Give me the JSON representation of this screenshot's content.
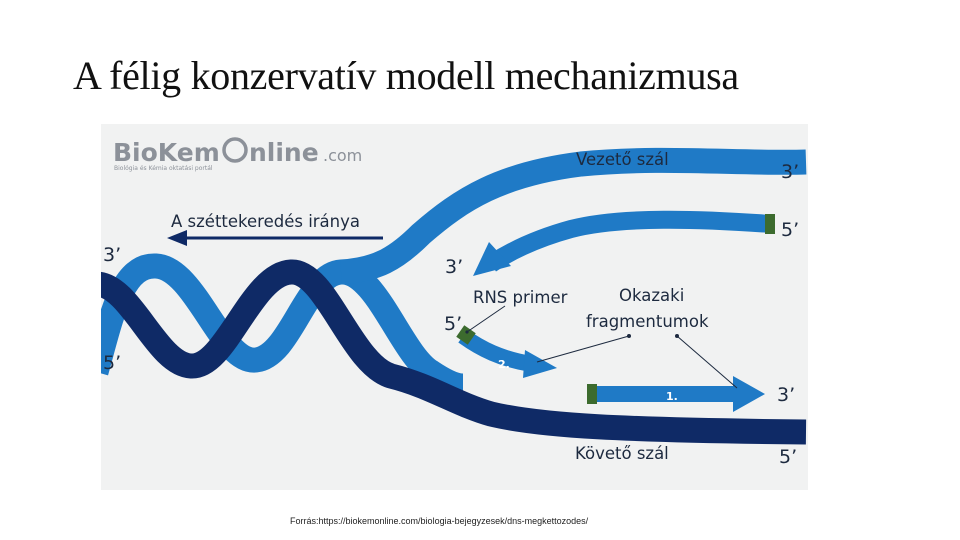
{
  "slide": {
    "title": "A félig konzervatív modell mechanizmusa",
    "source": "Forrás:https://biokemonline.com/biologia-bejegyzesek/dns-megkettozodes/"
  },
  "logo": {
    "brand_bio": "BioKem",
    "brand_o": "O",
    "brand_nline": "nline",
    "brand_com": ".com",
    "tagline": "Biológia és Kémia oktatási portál"
  },
  "figure": {
    "leading_strand": "Vezető szál",
    "lagging_strand": "Követő szál",
    "unwinding_direction": "A széttekeredés iránya",
    "rna_primer": "RNS primer",
    "okazaki_line1": "Okazaki",
    "okazaki_line2": "fragmentumok",
    "end_3_left": "3’",
    "end_5_left": "5’",
    "end_3_top_right": "3’",
    "end_5_top_right": "5’",
    "end_3_mid": "3’",
    "end_5_mid": "5’",
    "end_3_lower_right": "3’",
    "end_5_bottom_right": "5’",
    "fragment_1": "1.",
    "fragment_2": "2."
  },
  "colors": {
    "light_strand": "#1f7ac6",
    "dark_strand": "#0f2a66",
    "primer": "#3c6b2e",
    "figure_bg": "#f1f2f2"
  }
}
